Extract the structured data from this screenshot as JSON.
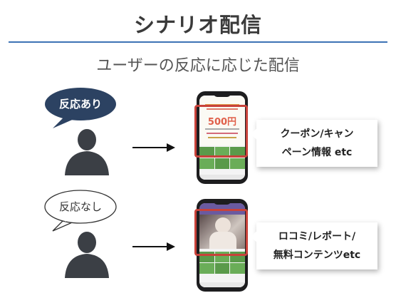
{
  "header": {
    "title": "シナリオ配信",
    "subtitle": "ユーザーの反応に応じた配信"
  },
  "scenarios": [
    {
      "bubble_label": "反応あり",
      "callout_line1": "クーポン/キャン",
      "callout_line2": "ペーン情報 etc",
      "screen_price": "500円"
    },
    {
      "bubble_label": "反応なし",
      "callout_line1": "ロコミ/レポート/",
      "callout_line2": "無料コンテンツetc"
    }
  ],
  "colors": {
    "accent_rule": "#3d73b5",
    "bubble_dark": "#2c4262",
    "person": "#3b3f45",
    "highlight": "#c8423a",
    "screen_green": "#5a9a4a"
  }
}
